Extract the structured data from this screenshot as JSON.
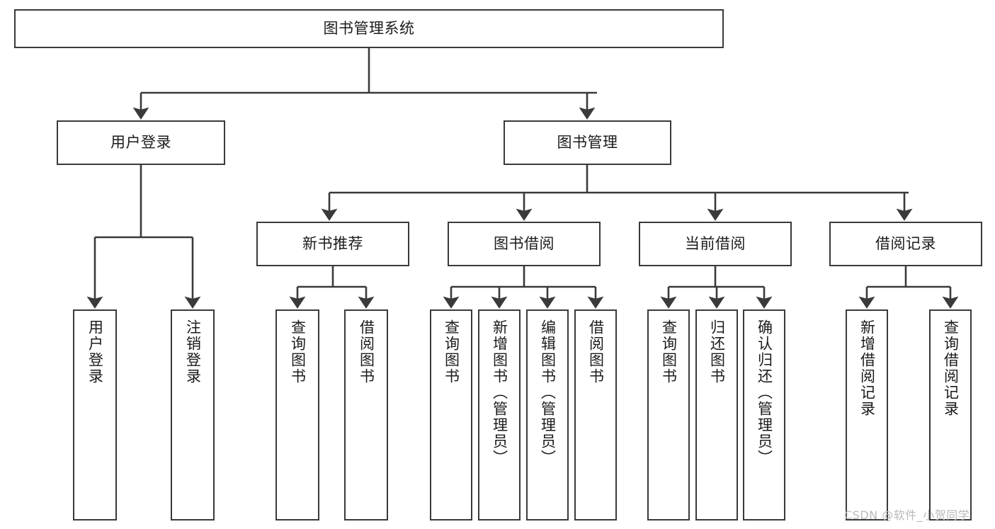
{
  "diagram": {
    "title": "图书管理系统",
    "type": "功能结构图",
    "colors": {
      "stroke": "#3a3a3a",
      "fill": "#ffffff",
      "text": "#1b1b1b",
      "watermark": "#b9b9b9"
    },
    "watermark": "CSDN @软件_小贺同学",
    "nodes": {
      "root": {
        "label": "图书管理系统",
        "level": 0,
        "orientation": "horizontal"
      },
      "user_login": {
        "label": "用户登录",
        "level": 1,
        "orientation": "horizontal"
      },
      "book_manage": {
        "label": "图书管理",
        "level": 1,
        "orientation": "horizontal"
      },
      "new_book_rec": {
        "label": "新书推荐",
        "level": 2,
        "orientation": "horizontal"
      },
      "book_borrow": {
        "label": "图书借阅",
        "level": 2,
        "orientation": "horizontal"
      },
      "current_borrow": {
        "label": "当前借阅",
        "level": 2,
        "orientation": "horizontal"
      },
      "borrow_record": {
        "label": "借阅记录",
        "level": 2,
        "orientation": "horizontal"
      },
      "leaf_user_login": {
        "label": "用户登录",
        "level": 3,
        "orientation": "vertical"
      },
      "leaf_logout": {
        "label": "注销登录",
        "level": 3,
        "orientation": "vertical"
      },
      "leaf_query_book_1": {
        "label": "查询图书",
        "level": 3,
        "orientation": "vertical"
      },
      "leaf_borrow_book_1": {
        "label": "借阅图书",
        "level": 3,
        "orientation": "vertical"
      },
      "leaf_query_book_2": {
        "label": "查询图书",
        "level": 3,
        "orientation": "vertical"
      },
      "leaf_add_book": {
        "label": "新增图书（管理员）",
        "level": 3,
        "orientation": "vertical"
      },
      "leaf_edit_book": {
        "label": "编辑图书（管理员）",
        "level": 3,
        "orientation": "vertical"
      },
      "leaf_borrow_book_2": {
        "label": "借阅图书",
        "level": 3,
        "orientation": "vertical"
      },
      "leaf_query_book_3": {
        "label": "查询图书",
        "level": 3,
        "orientation": "vertical"
      },
      "leaf_return_book": {
        "label": "归还图书",
        "level": 3,
        "orientation": "vertical"
      },
      "leaf_confirm_return": {
        "label": "确认归还（管理员）",
        "level": 3,
        "orientation": "vertical"
      },
      "leaf_add_record": {
        "label": "新增借阅记录",
        "level": 3,
        "orientation": "vertical"
      },
      "leaf_query_record": {
        "label": "查询借阅记录",
        "level": 3,
        "orientation": "vertical"
      }
    },
    "edges": [
      {
        "from": "root",
        "to": "user_login"
      },
      {
        "from": "root",
        "to": "book_manage"
      },
      {
        "from": "user_login",
        "to": "leaf_user_login"
      },
      {
        "from": "user_login",
        "to": "leaf_logout"
      },
      {
        "from": "book_manage",
        "to": "new_book_rec"
      },
      {
        "from": "book_manage",
        "to": "book_borrow"
      },
      {
        "from": "book_manage",
        "to": "current_borrow"
      },
      {
        "from": "book_manage",
        "to": "borrow_record"
      },
      {
        "from": "new_book_rec",
        "to": "leaf_query_book_1"
      },
      {
        "from": "new_book_rec",
        "to": "leaf_borrow_book_1"
      },
      {
        "from": "book_borrow",
        "to": "leaf_query_book_2"
      },
      {
        "from": "book_borrow",
        "to": "leaf_add_book"
      },
      {
        "from": "book_borrow",
        "to": "leaf_edit_book"
      },
      {
        "from": "book_borrow",
        "to": "leaf_borrow_book_2"
      },
      {
        "from": "current_borrow",
        "to": "leaf_query_book_3"
      },
      {
        "from": "current_borrow",
        "to": "leaf_return_book"
      },
      {
        "from": "current_borrow",
        "to": "leaf_confirm_return"
      },
      {
        "from": "borrow_record",
        "to": "leaf_add_record"
      },
      {
        "from": "borrow_record",
        "to": "leaf_query_record"
      }
    ]
  }
}
